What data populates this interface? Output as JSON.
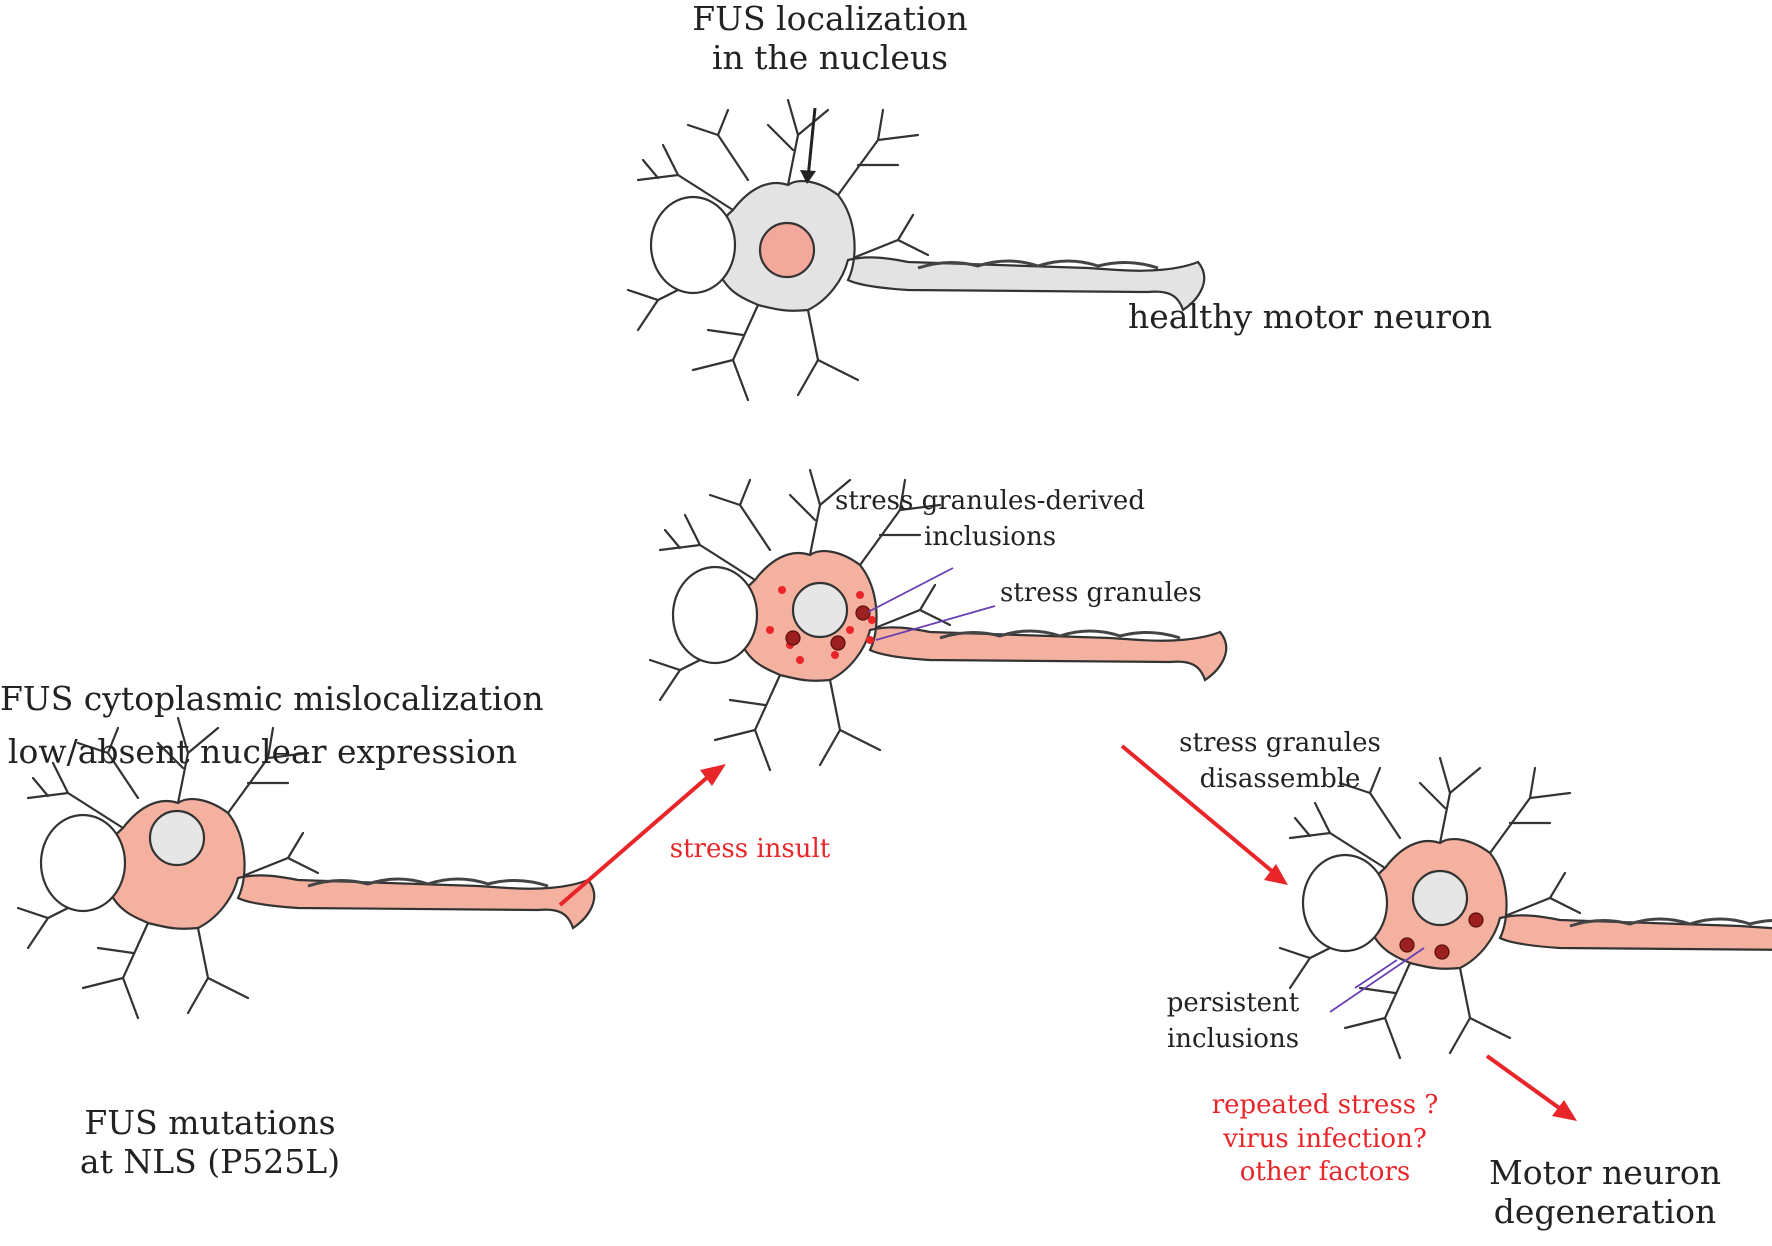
{
  "colors": {
    "healthy_fill": "#e3e3e3",
    "nucleus_fus": "#f2a89a",
    "mutant_fill": "#f5b19f",
    "nucleus_empty": "#e6e6e6",
    "outline": "#333333",
    "stress_arrow": "#e8262a",
    "granule": "#e8262a",
    "inclusion": "#9c2020",
    "pointer_line": "#6a3fb3"
  },
  "labels": {
    "fus_localization": [
      "FUS localization",
      "in the nucleus"
    ],
    "healthy": "healthy motor neuron",
    "mislocalization": [
      "FUS cytoplasmic mislocalization",
      "low/absent nuclear expression"
    ],
    "mutations": [
      "FUS mutations",
      "at NLS (P525L)"
    ],
    "sg_inclusions": [
      "stress granules-derived",
      "inclusions"
    ],
    "stress_granules": "stress granules",
    "stress_insult": "stress insult",
    "sg_disassemble": [
      "stress granules",
      "disassemble"
    ],
    "persistent_inclusions": [
      "persistent",
      "inclusions"
    ],
    "causes": [
      "repeated stress ?",
      "virus infection?",
      "other factors"
    ],
    "outcome": [
      "Motor neuron",
      "degeneration"
    ]
  },
  "icons": [
    "neuron-icon",
    "nucleus-icon",
    "stress-granule-icon",
    "inclusion-icon",
    "arrow-icon"
  ]
}
